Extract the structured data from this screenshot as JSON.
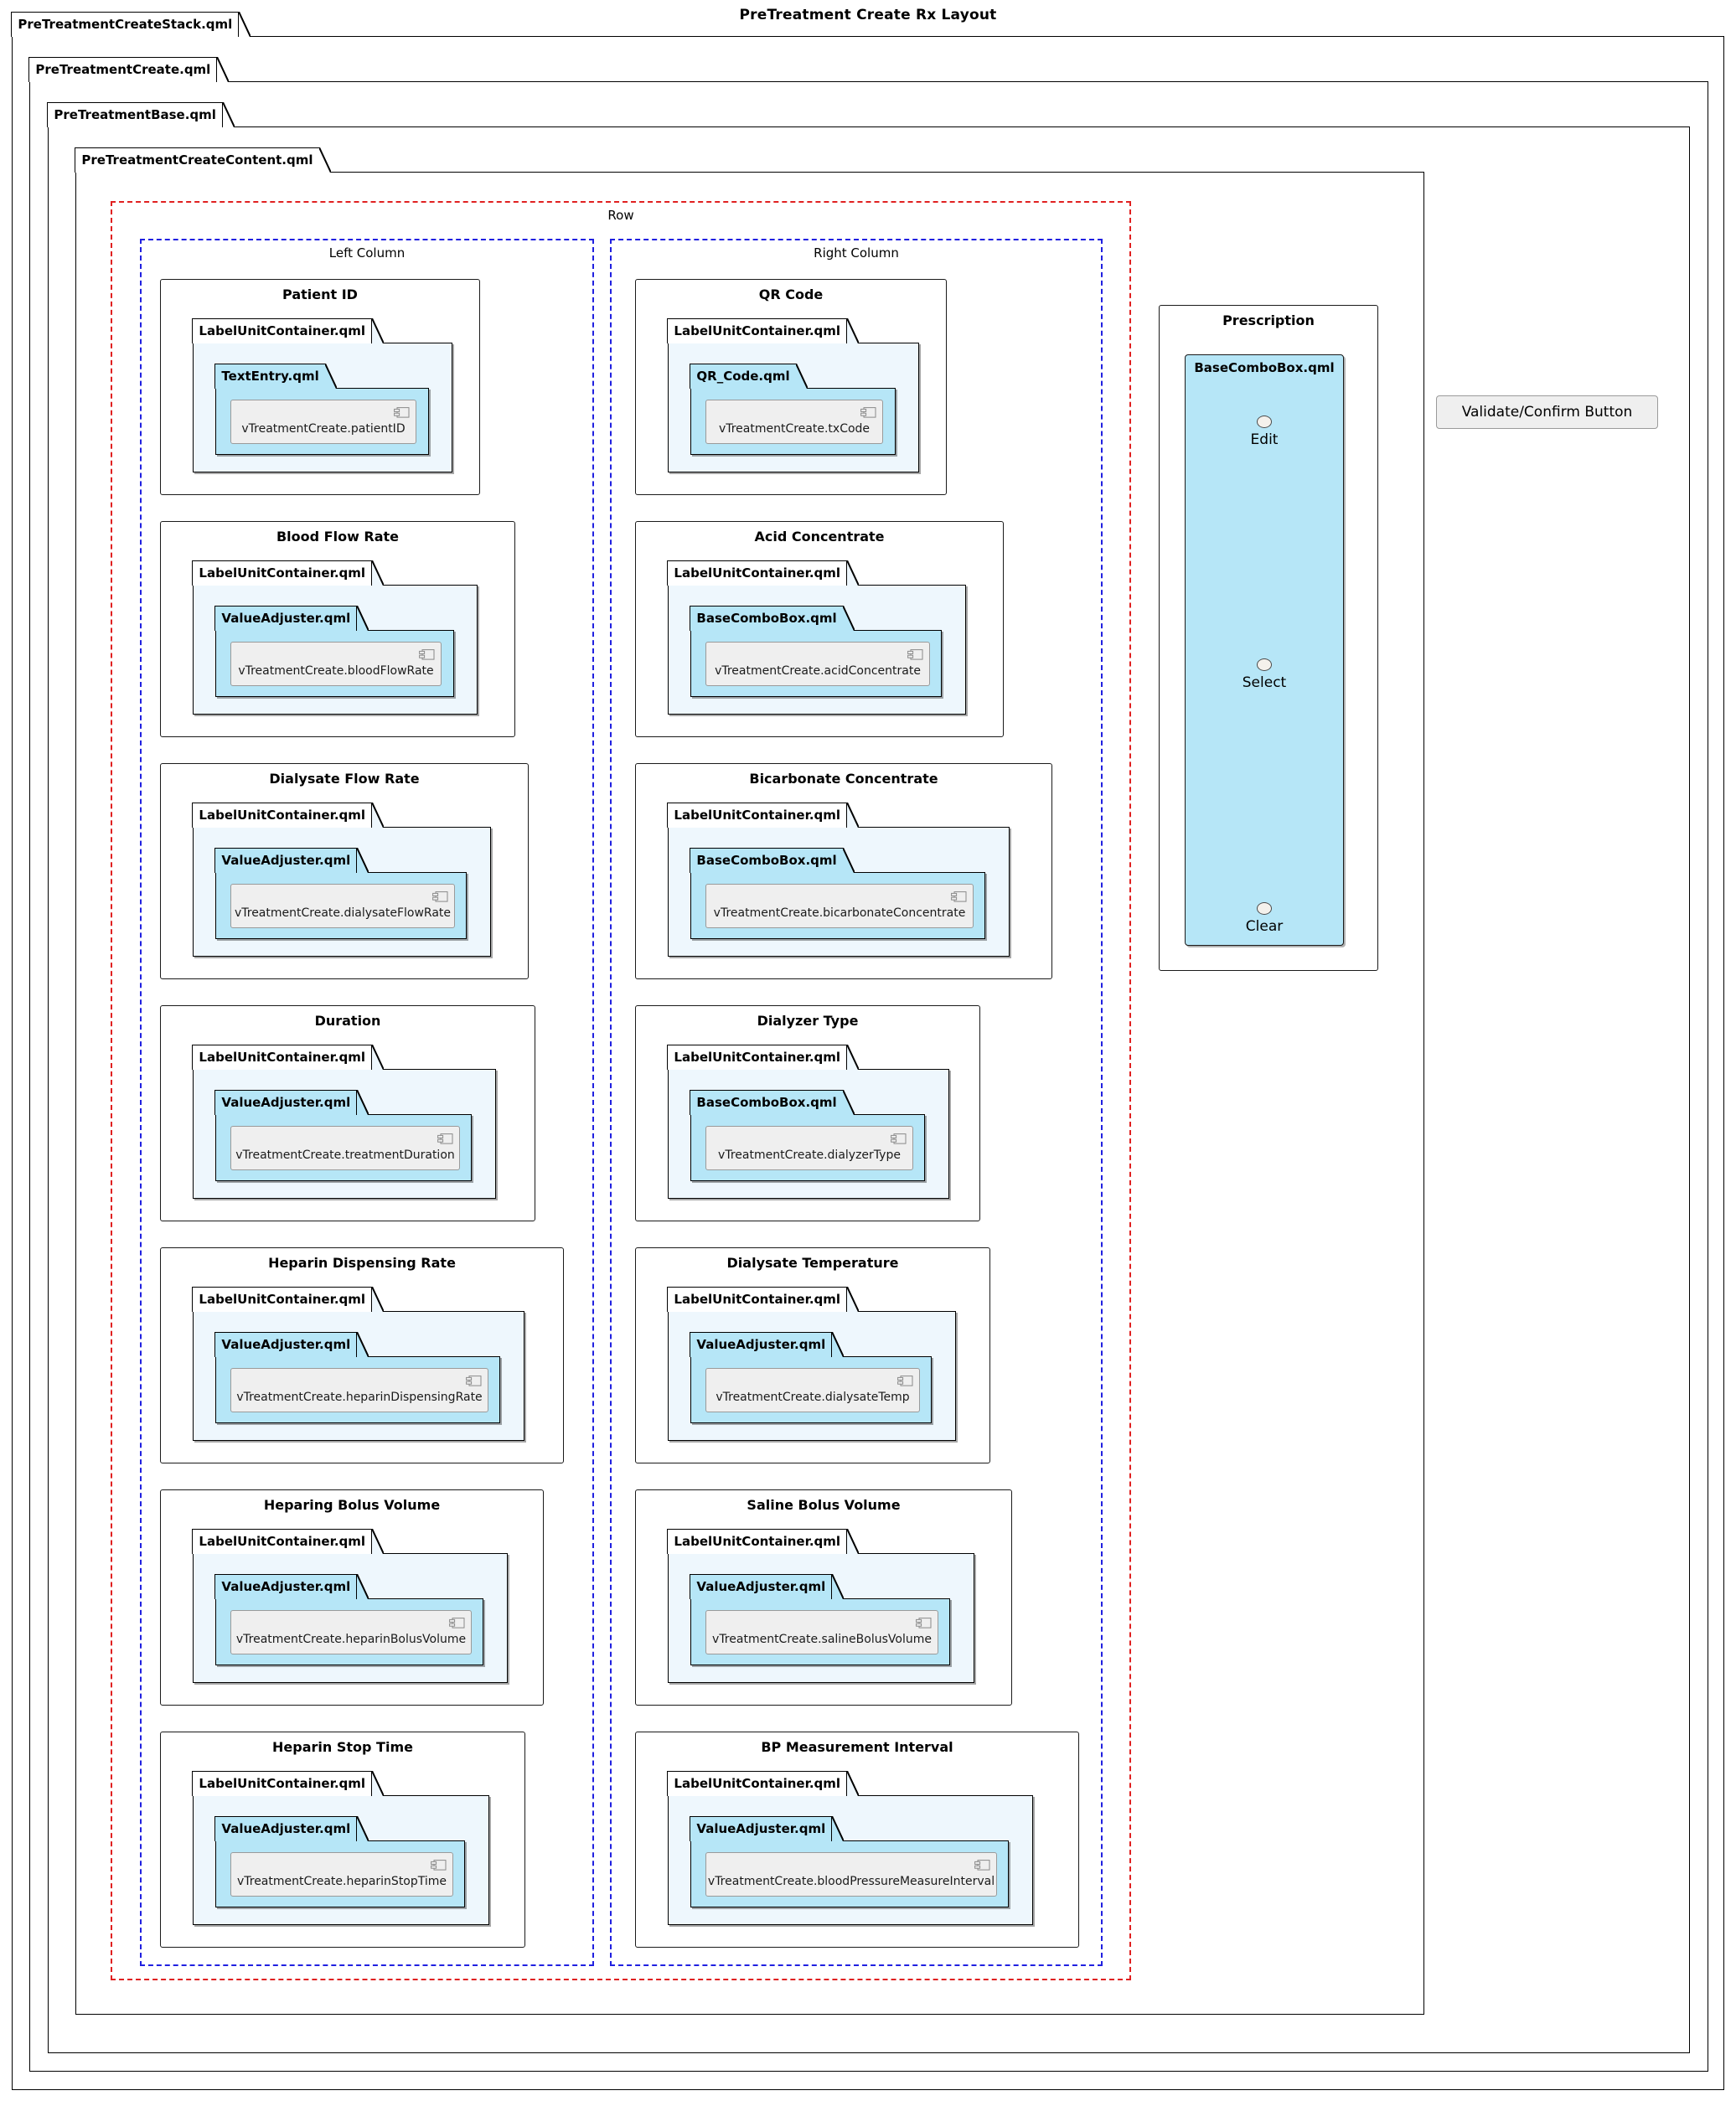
{
  "title": "PreTreatment Create Rx Layout",
  "packages": {
    "stack": "PreTreatmentCreateStack.qml",
    "create": "PreTreatmentCreate.qml",
    "base": "PreTreatmentBase.qml",
    "content": "PreTreatmentCreateContent.qml"
  },
  "frames": {
    "row": "Row",
    "left_column": "Left Column",
    "right_column": "Right Column"
  },
  "colors": {
    "row_frame": "#e02020",
    "column_frame": "#2020e0",
    "label_unit_container_fill": "#eef7fd",
    "inner_package_fill": "#b6e6f7",
    "component_fill": "#efefef"
  },
  "component_icon_name": "uml-component-icon",
  "left_column_cards": [
    {
      "title": "Patient ID",
      "container": "LabelUnitContainer.qml",
      "inner_package": "TextEntry.qml",
      "component": "vTreatmentCreate.patientID"
    },
    {
      "title": "Blood Flow Rate",
      "container": "LabelUnitContainer.qml",
      "inner_package": "ValueAdjuster.qml",
      "component": "vTreatmentCreate.bloodFlowRate"
    },
    {
      "title": "Dialysate Flow Rate",
      "container": "LabelUnitContainer.qml",
      "inner_package": "ValueAdjuster.qml",
      "component": "vTreatmentCreate.dialysateFlowRate"
    },
    {
      "title": "Duration",
      "container": "LabelUnitContainer.qml",
      "inner_package": "ValueAdjuster.qml",
      "component": "vTreatmentCreate.treatmentDuration"
    },
    {
      "title": "Heparin Dispensing Rate",
      "container": "LabelUnitContainer.qml",
      "inner_package": "ValueAdjuster.qml",
      "component": "vTreatmentCreate.heparinDispensingRate"
    },
    {
      "title": "Heparing Bolus Volume",
      "container": "LabelUnitContainer.qml",
      "inner_package": "ValueAdjuster.qml",
      "component": "vTreatmentCreate.heparinBolusVolume"
    },
    {
      "title": "Heparin Stop Time",
      "container": "LabelUnitContainer.qml",
      "inner_package": "ValueAdjuster.qml",
      "component": "vTreatmentCreate.heparinStopTime"
    }
  ],
  "right_column_cards": [
    {
      "title": "QR Code",
      "container": "LabelUnitContainer.qml",
      "inner_package": "QR_Code.qml",
      "component": "vTreatmentCreate.txCode"
    },
    {
      "title": "Acid Concentrate",
      "container": "LabelUnitContainer.qml",
      "inner_package": "BaseComboBox.qml",
      "component": "vTreatmentCreate.acidConcentrate"
    },
    {
      "title": "Bicarbonate Concentrate",
      "container": "LabelUnitContainer.qml",
      "inner_package": "BaseComboBox.qml",
      "component": "vTreatmentCreate.bicarbonateConcentrate"
    },
    {
      "title": "Dialyzer Type",
      "container": "LabelUnitContainer.qml",
      "inner_package": "BaseComboBox.qml",
      "component": "vTreatmentCreate.dialyzerType"
    },
    {
      "title": "Dialysate Temperature",
      "container": "LabelUnitContainer.qml",
      "inner_package": "ValueAdjuster.qml",
      "component": "vTreatmentCreate.dialysateTemp"
    },
    {
      "title": "Saline Bolus Volume",
      "container": "LabelUnitContainer.qml",
      "inner_package": "ValueAdjuster.qml",
      "component": "vTreatmentCreate.salineBolusVolume"
    },
    {
      "title": "BP Measurement Interval",
      "container": "LabelUnitContainer.qml",
      "inner_package": "ValueAdjuster.qml",
      "component": "vTreatmentCreate.bloodPressureMeasureInterval"
    }
  ],
  "prescription": {
    "title": "Prescription",
    "combo_title": "BaseComboBox.qml",
    "items": [
      "Edit",
      "Select",
      "Clear"
    ]
  },
  "validate_button": "Validate/Confirm Button"
}
